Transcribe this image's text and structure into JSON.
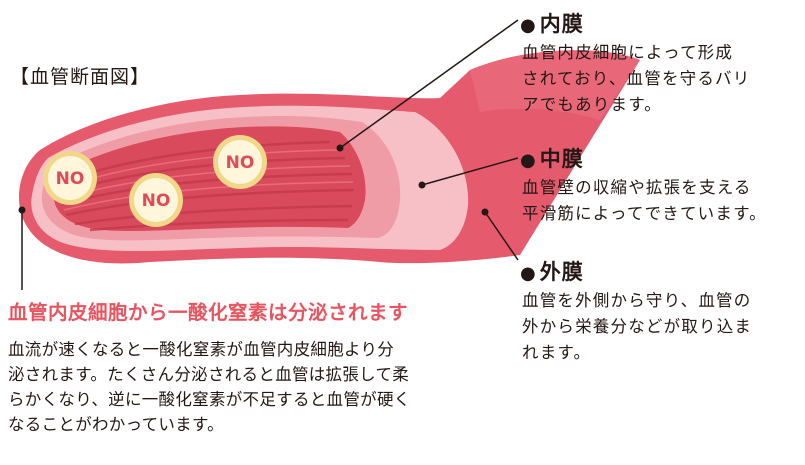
{
  "section_title": "【血管断面図】",
  "no_molecule_label": "NO",
  "layers": [
    {
      "title": "内膜",
      "description": "血管内皮細胞によって形成\nされており、血管を守るバリ\nアでもあります。"
    },
    {
      "title": "中膜",
      "description": "血管壁の収縮や拡張を支える\n平滑筋によってできています。"
    },
    {
      "title": "外膜",
      "description": "血管を外側から守り、血管の\n外から栄養分などが取り込ま\nれます。"
    }
  ],
  "caption": {
    "headline": "血管内皮細胞から一酸化窒素は分泌されます",
    "body": "血流が速くなると一酸化窒素が血管内皮細胞より分\n泌されます。たくさん分泌されると血管は拡張して柔\nらかくなり、逆に一酸化窒素が不足すると血管が硬く\nなることがわかっています。"
  },
  "colors": {
    "outer_layer": "#e55a6c",
    "middle_layer": "#f7c0c6",
    "inner_layer": "#f09ca6",
    "lumen": "#d94a5c",
    "caption_red": "#e8545f",
    "no_circle_fill": "#fff6dc",
    "no_circle_ring": "#f1d78a"
  }
}
